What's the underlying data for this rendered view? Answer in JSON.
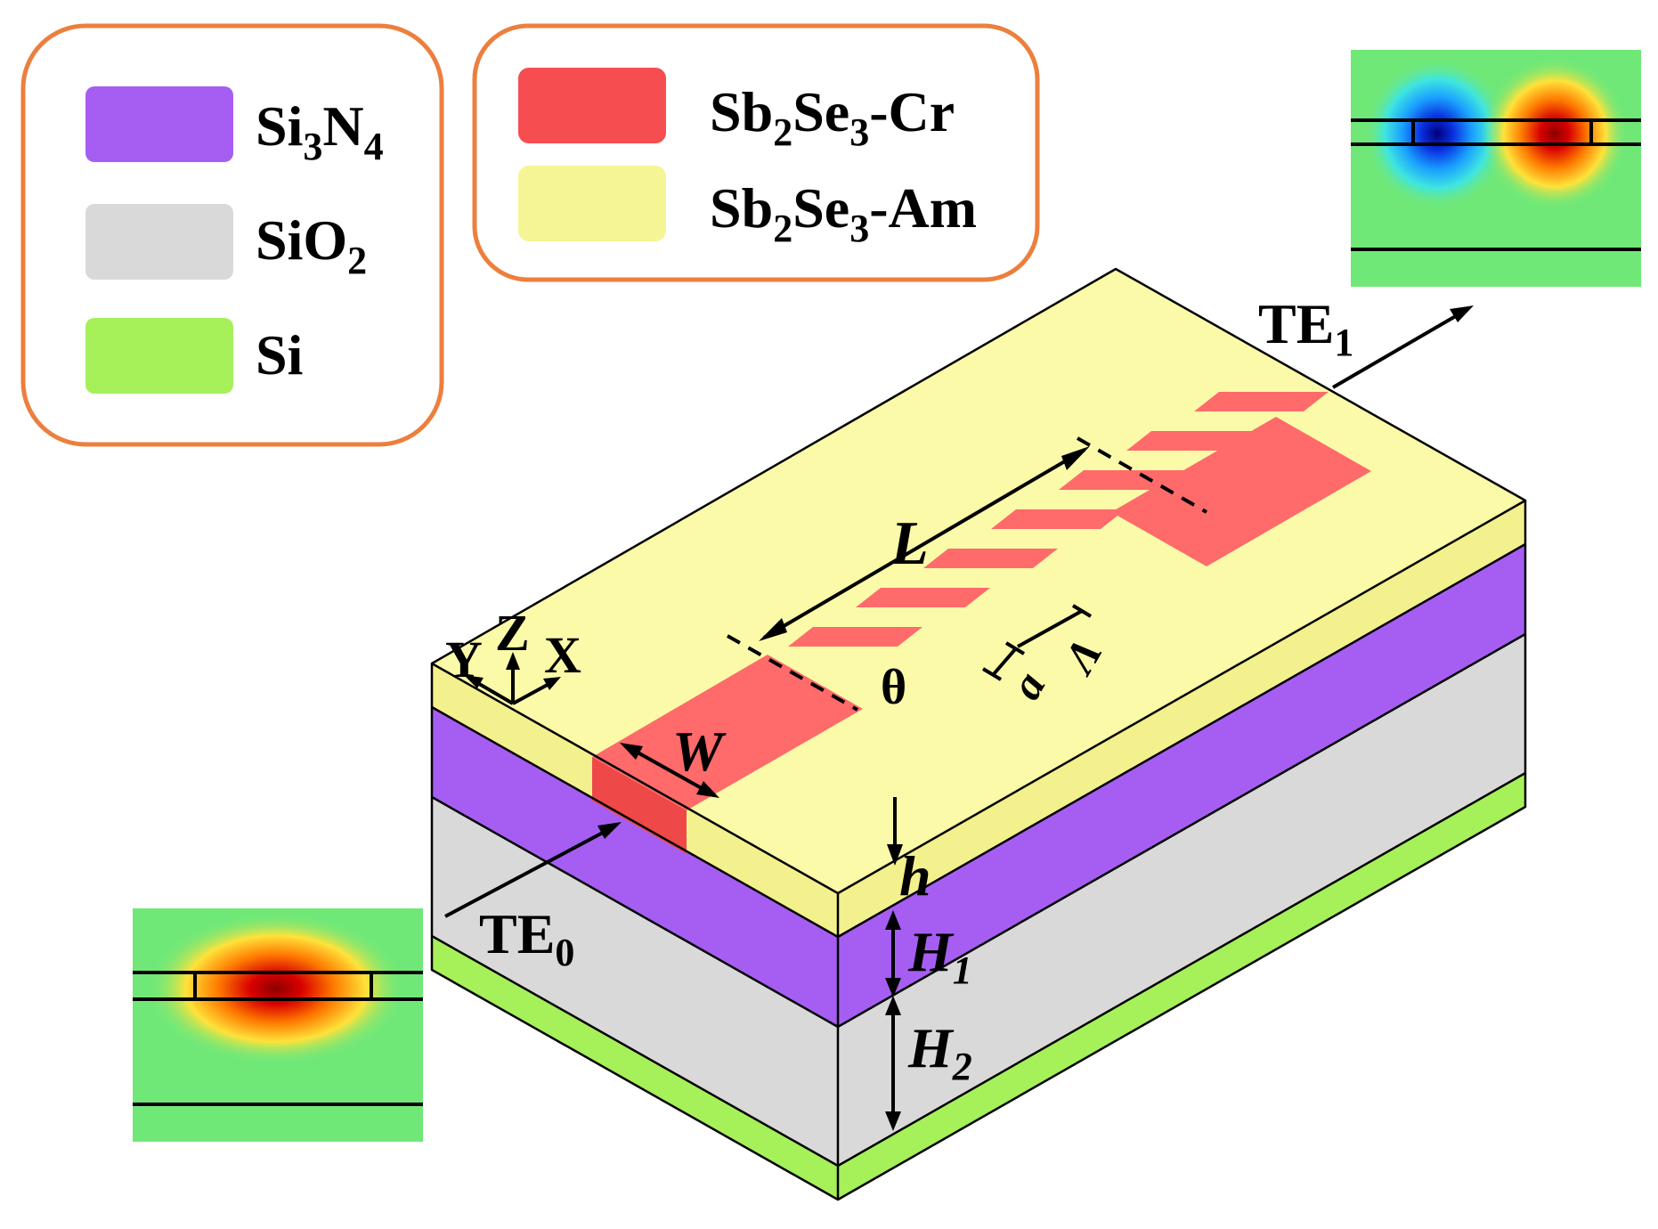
{
  "legend_materials": [
    {
      "sym": "Si",
      "sub1": "3",
      "mid": "N",
      "sub2": "4",
      "color": "#a65ef2"
    },
    {
      "sym": "SiO",
      "sub1": "2",
      "mid": "",
      "sub2": "",
      "color": "#d9d9d9"
    },
    {
      "sym": "Si",
      "sub1": "",
      "mid": "",
      "sub2": "",
      "color": "#a6f05a"
    }
  ],
  "legend_phases": [
    {
      "a": "Sb",
      "s1": "2",
      "b": "Se",
      "s2": "3",
      "c": "-Cr",
      "color": "#f54d50"
    },
    {
      "a": "Sb",
      "s1": "2",
      "b": "Se",
      "s2": "3",
      "c": "-Am",
      "color": "#f5f596"
    }
  ],
  "labels": {
    "te1": {
      "main": "TE",
      "sub": "1"
    },
    "te0": {
      "main": "TE",
      "sub": "0"
    },
    "L": "L",
    "W": "W",
    "theta": "θ",
    "a": "a",
    "Lambda": "Λ",
    "h": "h",
    "H1": {
      "main": "H",
      "sub": "1"
    },
    "H2": {
      "main": "H",
      "sub": "2"
    },
    "axes": {
      "x": "X",
      "y": "Y",
      "z": "Z"
    }
  },
  "colors": {
    "top_layer": "#fafaa8",
    "top_side": "#f3f08e",
    "si3n4": "#a65ef2",
    "sio2": "#d9d9d9",
    "si": "#a6f05a",
    "crystalline": "#ff6a6a",
    "crystalline_side": "#ef4848",
    "legend_border": "#ec7f3d"
  },
  "mode_profiles": {
    "te0": "single red lobe centered in waveguide",
    "te1": "blue and red lobes on opposite sides of waveguide"
  }
}
